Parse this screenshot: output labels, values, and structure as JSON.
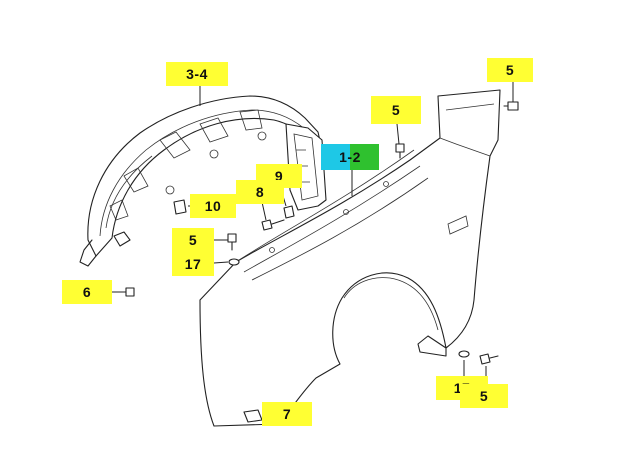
{
  "colors": {
    "highlight": "#ffff33",
    "main_part_left": "#1ec8e6",
    "main_part_right": "#2fc12f"
  },
  "callouts": [
    {
      "id": "3-4",
      "label": "3-4"
    },
    {
      "id": "5-top-right",
      "label": "5"
    },
    {
      "id": "5-top",
      "label": "5"
    },
    {
      "id": "1-2",
      "label": "1-2"
    },
    {
      "id": "9",
      "label": "9"
    },
    {
      "id": "8",
      "label": "8"
    },
    {
      "id": "10",
      "label": "10"
    },
    {
      "id": "5-mid",
      "label": "5"
    },
    {
      "id": "17-mid",
      "label": "17"
    },
    {
      "id": "6",
      "label": "6"
    },
    {
      "id": "7",
      "label": "7"
    },
    {
      "id": "17-bottom",
      "label": "17"
    },
    {
      "id": "5-bottom",
      "label": "5"
    }
  ]
}
